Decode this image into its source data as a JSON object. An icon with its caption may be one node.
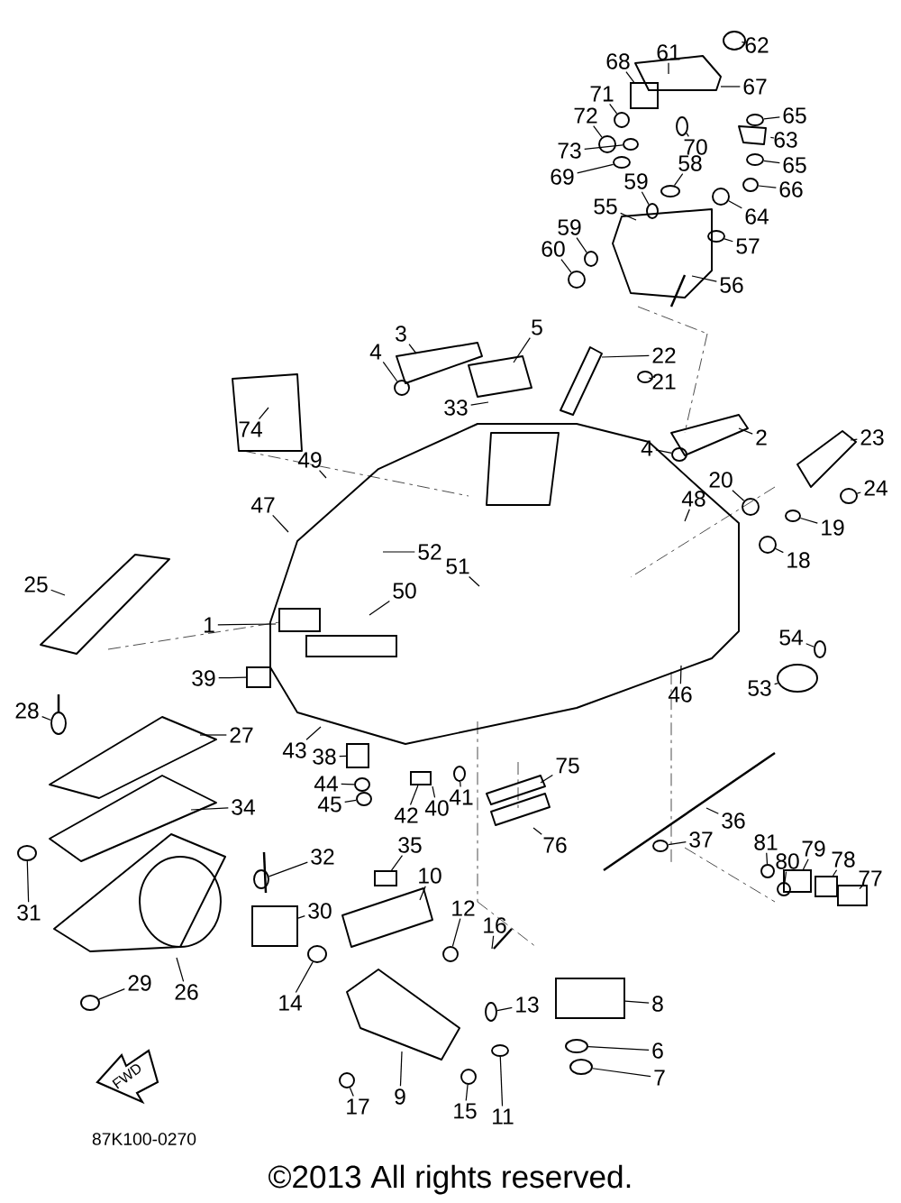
{
  "diagram": {
    "nodes": [
      {
        "text": [
          "61"
        ]
      },
      {
        "text": [
          "62"
        ]
      },
      {
        "text": [
          "68"
        ]
      },
      {
        "text": [
          "67"
        ]
      },
      {
        "text": [
          "71"
        ]
      },
      {
        "text": [
          "72"
        ]
      },
      {
        "text": [
          "65"
        ]
      },
      {
        "text": [
          "70"
        ]
      },
      {
        "text": [
          "63"
        ]
      },
      {
        "text": [
          "73"
        ]
      },
      {
        "text": [
          "65"
        ]
      },
      {
        "text": [
          "69"
        ]
      },
      {
        "text": [
          "58"
        ]
      },
      {
        "text": [
          "66"
        ]
      },
      {
        "text": [
          "59"
        ]
      },
      {
        "text": [
          "64"
        ]
      },
      {
        "text": [
          "55"
        ]
      },
      {
        "text": [
          "59"
        ]
      },
      {
        "text": [
          "57"
        ]
      },
      {
        "text": [
          "60"
        ]
      },
      {
        "text": [
          "56"
        ]
      },
      {
        "text": [
          "3"
        ]
      },
      {
        "text": [
          "5"
        ]
      },
      {
        "text": [
          "22"
        ]
      },
      {
        "text": [
          "21"
        ]
      },
      {
        "text": [
          "4"
        ]
      },
      {
        "text": [
          "33"
        ]
      },
      {
        "text": [
          "74"
        ]
      },
      {
        "text": [
          "2"
        ]
      },
      {
        "text": [
          "4"
        ]
      },
      {
        "text": [
          "23"
        ]
      },
      {
        "text": [
          "49"
        ]
      },
      {
        "text": [
          "20"
        ]
      },
      {
        "text": [
          "24"
        ]
      },
      {
        "text": [
          "47"
        ]
      },
      {
        "text": [
          "48"
        ]
      },
      {
        "text": [
          "19"
        ]
      },
      {
        "text": [
          "52"
        ]
      },
      {
        "text": [
          "18"
        ]
      },
      {
        "text": [
          "51"
        ]
      },
      {
        "text": [
          "25"
        ]
      },
      {
        "text": [
          "50"
        ]
      },
      {
        "text": [
          "1"
        ]
      },
      {
        "text": [
          "54"
        ]
      },
      {
        "text": [
          "46"
        ]
      },
      {
        "text": [
          "39"
        ]
      },
      {
        "text": [
          "53"
        ]
      },
      {
        "text": [
          "28"
        ]
      },
      {
        "text": [
          "27"
        ]
      },
      {
        "text": [
          "43"
        ]
      },
      {
        "text": [
          "38"
        ]
      },
      {
        "text": [
          "44"
        ]
      },
      {
        "text": [
          "75"
        ]
      },
      {
        "text": [
          "45"
        ]
      },
      {
        "text": [
          "41"
        ]
      },
      {
        "text": [
          "40"
        ]
      },
      {
        "text": [
          "42"
        ]
      },
      {
        "text": [
          "34"
        ]
      },
      {
        "text": [
          "36"
        ]
      },
      {
        "text": [
          "76"
        ]
      },
      {
        "text": [
          "35"
        ]
      },
      {
        "text": [
          "37"
        ]
      },
      {
        "text": [
          "81"
        ]
      },
      {
        "text": [
          "80"
        ]
      },
      {
        "text": [
          "79"
        ]
      },
      {
        "text": [
          "78"
        ]
      },
      {
        "text": [
          "77"
        ]
      },
      {
        "text": [
          "32"
        ]
      },
      {
        "text": [
          "10"
        ]
      },
      {
        "text": [
          "31"
        ]
      },
      {
        "text": [
          "30"
        ]
      },
      {
        "text": [
          "12"
        ]
      },
      {
        "text": [
          "16"
        ]
      },
      {
        "text": [
          "14"
        ]
      },
      {
        "text": [
          "29"
        ]
      },
      {
        "text": [
          "26"
        ]
      },
      {
        "text": [
          "8"
        ]
      },
      {
        "text": [
          "13"
        ]
      },
      {
        "text": [
          "6"
        ]
      },
      {
        "text": [
          "9"
        ]
      },
      {
        "text": [
          "17"
        ]
      },
      {
        "text": [
          "15"
        ]
      },
      {
        "text": [
          "11"
        ]
      },
      {
        "text": [
          "7"
        ]
      },
      {
        "text": [],
        "shape": "circle"
      },
      {
        "text": [],
        "shape": "box"
      },
      {
        "text": [],
        "shape": "circle"
      },
      {
        "text": [],
        "shape": "circle"
      },
      {
        "text": [],
        "shape": "circle"
      },
      {
        "text": [],
        "shape": "circle"
      },
      {
        "text": [],
        "shape": "circle"
      },
      {
        "text": [],
        "shape": "circle"
      },
      {
        "text": [],
        "shape": "circle"
      },
      {
        "text": [],
        "shape": "circle"
      },
      {
        "text": [],
        "shape": "circle"
      },
      {
        "text": [],
        "shape": "circle"
      },
      {
        "text": [],
        "shape": "circle"
      },
      {
        "text": [],
        "shape": "circle"
      },
      {
        "text": [],
        "shape": "circle"
      },
      {
        "text": [],
        "shape": "circle"
      },
      {
        "text": [],
        "shape": "circle"
      },
      {
        "text": [],
        "shape": "circle"
      },
      {
        "text": [],
        "shape": "circle"
      },
      {
        "text": [],
        "shape": "circle"
      },
      {
        "text": [],
        "shape": "circle"
      },
      {
        "text": [],
        "shape": "circle"
      },
      {
        "text": [],
        "shape": "circle"
      },
      {
        "text": [],
        "shape": "circle"
      },
      {
        "text": [],
        "shape": "box"
      },
      {
        "text": [],
        "shape": "circle"
      },
      {
        "text": [],
        "shape": "circle"
      },
      {
        "text": [],
        "shape": "box"
      },
      {
        "text": [],
        "shape": "circle"
      },
      {
        "text": [],
        "shape": "circle"
      },
      {
        "text": [],
        "shape": "circle"
      },
      {
        "text": [],
        "shape": "box"
      },
      {
        "text": [],
        "shape": "box"
      },
      {
        "text": [],
        "shape": "circle"
      },
      {
        "text": [],
        "shape": "circle"
      },
      {
        "text": [],
        "shape": "box"
      },
      {
        "text": [],
        "shape": "box"
      },
      {
        "text": [],
        "shape": "box"
      },
      {
        "text": [],
        "shape": "circle"
      },
      {
        "text": [],
        "shape": "circle"
      },
      {
        "text": [],
        "shape": "box"
      },
      {
        "text": [],
        "shape": "circle"
      },
      {
        "text": [],
        "shape": "circle"
      },
      {
        "text": [],
        "shape": "circle"
      },
      {
        "text": [],
        "shape": "box"
      },
      {
        "text": [],
        "shape": "circle"
      },
      {
        "text": [],
        "shape": "circle"
      },
      {
        "text": [],
        "shape": "circle"
      },
      {
        "text": [],
        "shape": "circle"
      },
      {
        "text": [],
        "shape": "circle"
      },
      {
        "text": [],
        "shape": "circle"
      },
      {
        "text": [],
        "shape": "circle"
      }
    ],
    "edges": [
      {
        "from": 0,
        "to": null,
        "arrow": "none"
      },
      {
        "from": 1,
        "to": 84,
        "arrow": "none"
      },
      {
        "from": 2,
        "to": 85,
        "arrow": "none"
      },
      {
        "from": 3,
        "to": null,
        "arrow": "none"
      },
      {
        "from": 4,
        "to": 86,
        "arrow": "none"
      },
      {
        "from": 5,
        "to": 87,
        "arrow": "none"
      },
      {
        "from": 6,
        "to": 88,
        "arrow": "none"
      },
      {
        "from": 7,
        "to": 89,
        "arrow": "none"
      },
      {
        "from": 8,
        "to": null,
        "arrow": "none"
      },
      {
        "from": 9,
        "to": 90,
        "arrow": "none"
      },
      {
        "from": 10,
        "to": 91,
        "arrow": "none"
      },
      {
        "from": 11,
        "to": 92,
        "arrow": "none"
      },
      {
        "from": 12,
        "to": 93,
        "arrow": "none"
      },
      {
        "from": 13,
        "to": 94,
        "arrow": "none"
      },
      {
        "from": 14,
        "to": 95,
        "arrow": "none"
      },
      {
        "from": 15,
        "to": 96,
        "arrow": "none"
      },
      {
        "from": 16,
        "to": null,
        "arrow": "none"
      },
      {
        "from": 17,
        "to": 97,
        "arrow": "none"
      },
      {
        "from": 18,
        "to": 98,
        "arrow": "none"
      },
      {
        "from": 19,
        "to": 99,
        "arrow": "none"
      },
      {
        "from": 20,
        "to": null,
        "arrow": "none"
      },
      {
        "from": 21,
        "to": null,
        "arrow": "none"
      },
      {
        "from": 22,
        "to": null,
        "arrow": "none"
      },
      {
        "from": 23,
        "to": null,
        "arrow": "none"
      },
      {
        "from": 24,
        "to": 100,
        "arrow": "none"
      },
      {
        "from": 25,
        "to": 101,
        "arrow": "none"
      },
      {
        "from": 26,
        "to": null,
        "arrow": "none"
      },
      {
        "from": 27,
        "to": null,
        "arrow": "none"
      },
      {
        "from": 28,
        "to": null,
        "arrow": "none"
      },
      {
        "from": 29,
        "to": 102,
        "arrow": "none"
      },
      {
        "from": 30,
        "to": null,
        "arrow": "none"
      },
      {
        "from": 31,
        "to": null,
        "arrow": "none"
      },
      {
        "from": 32,
        "to": 103,
        "arrow": "none"
      },
      {
        "from": 33,
        "to": 104,
        "arrow": "none"
      },
      {
        "from": 34,
        "to": null,
        "arrow": "none"
      },
      {
        "from": 35,
        "to": null,
        "arrow": "none"
      },
      {
        "from": 36,
        "to": 105,
        "arrow": "none"
      },
      {
        "from": 37,
        "to": null,
        "arrow": "none"
      },
      {
        "from": 38,
        "to": 106,
        "arrow": "none"
      },
      {
        "from": 39,
        "to": null,
        "arrow": "none"
      },
      {
        "from": 40,
        "to": null,
        "arrow": "none"
      },
      {
        "from": 41,
        "to": null,
        "arrow": "none"
      },
      {
        "from": 42,
        "to": null,
        "arrow": "none"
      },
      {
        "from": 43,
        "to": 107,
        "arrow": "none"
      },
      {
        "from": 44,
        "to": null,
        "arrow": "none"
      },
      {
        "from": 45,
        "to": 108,
        "arrow": "none"
      },
      {
        "from": 46,
        "to": 109,
        "arrow": "none"
      },
      {
        "from": 47,
        "to": 110,
        "arrow": "none"
      },
      {
        "from": 48,
        "to": null,
        "arrow": "none"
      },
      {
        "from": 49,
        "to": null,
        "arrow": "none"
      },
      {
        "from": 50,
        "to": 111,
        "arrow": "none"
      },
      {
        "from": 51,
        "to": 112,
        "arrow": "none"
      },
      {
        "from": 52,
        "to": null,
        "arrow": "none"
      },
      {
        "from": 53,
        "to": 113,
        "arrow": "none"
      },
      {
        "from": 54,
        "to": 114,
        "arrow": "none"
      },
      {
        "from": 55,
        "to": null,
        "arrow": "none"
      },
      {
        "from": 56,
        "to": 115,
        "arrow": "none"
      },
      {
        "from": 57,
        "to": null,
        "arrow": "none"
      },
      {
        "from": 58,
        "to": null,
        "arrow": "none"
      },
      {
        "from": 59,
        "to": null,
        "arrow": "none"
      },
      {
        "from": 60,
        "to": 116,
        "arrow": "none"
      },
      {
        "from": 61,
        "to": 117,
        "arrow": "none"
      },
      {
        "from": 62,
        "to": 118,
        "arrow": "none"
      },
      {
        "from": 63,
        "to": 135,
        "arrow": "none"
      },
      {
        "from": 64,
        "to": 119,
        "arrow": "none"
      },
      {
        "from": 65,
        "to": 120,
        "arrow": "none"
      },
      {
        "from": 66,
        "to": 121,
        "arrow": "none"
      },
      {
        "from": 67,
        "to": 122,
        "arrow": "none"
      },
      {
        "from": 68,
        "to": null,
        "arrow": "none"
      },
      {
        "from": 69,
        "to": 123,
        "arrow": "none"
      },
      {
        "from": 70,
        "to": 124,
        "arrow": "none"
      },
      {
        "from": 71,
        "to": 125,
        "arrow": "none"
      },
      {
        "from": 72,
        "to": null,
        "arrow": "none"
      },
      {
        "from": 73,
        "to": 126,
        "arrow": "none"
      },
      {
        "from": 74,
        "to": 127,
        "arrow": "none"
      },
      {
        "from": 75,
        "to": null,
        "arrow": "none"
      },
      {
        "from": 76,
        "to": 128,
        "arrow": "none"
      },
      {
        "from": 77,
        "to": 129,
        "arrow": "none"
      },
      {
        "from": 78,
        "to": 130,
        "arrow": "none"
      },
      {
        "from": 79,
        "to": null,
        "arrow": "none"
      },
      {
        "from": 80,
        "to": 131,
        "arrow": "none"
      },
      {
        "from": 81,
        "to": 132,
        "arrow": "none"
      },
      {
        "from": 82,
        "to": 133,
        "arrow": "none"
      },
      {
        "from": 83,
        "to": 134,
        "arrow": "none"
      }
    ],
    "labels": [
      "87K100-0270",
      "FWD",
      "©2013 All rights reserved."
    ]
  }
}
